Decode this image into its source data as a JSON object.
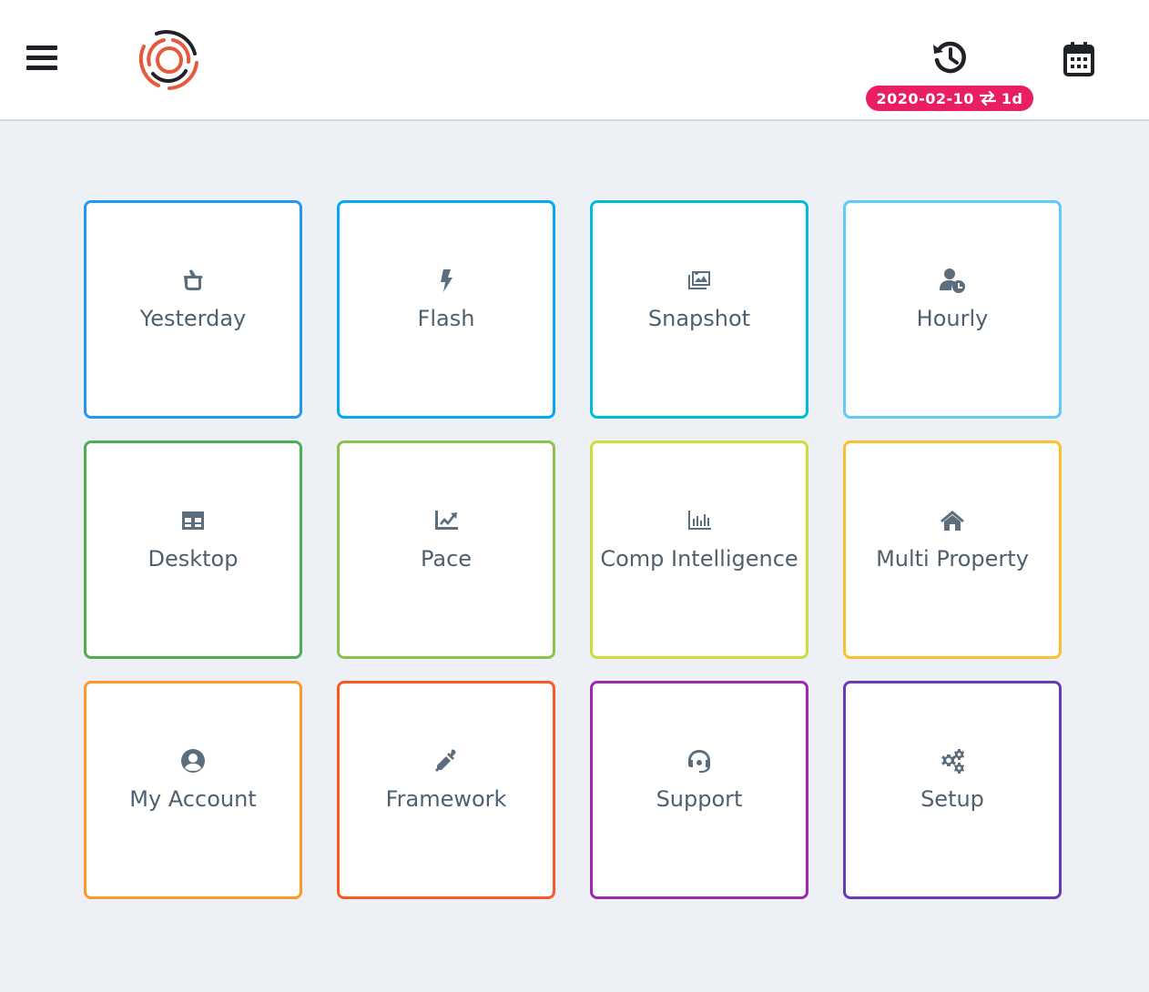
{
  "header": {
    "menu_icon": "hamburger-menu-icon",
    "logo_icon": "orbit-ring-logo",
    "history_icon": "history-icon",
    "calendar_icon": "calendar-icon",
    "date_badge": {
      "date": "2020-02-10",
      "swap_icon": "swap-arrows-icon",
      "range": "1d",
      "color": "#e91e63"
    }
  },
  "colors": {
    "background": "#edf0f5",
    "icon": "#5c6e7e",
    "label": "#4f5f6e"
  },
  "tiles": [
    {
      "label": "Yesterday",
      "icon": "pointing-hand-icon",
      "color": "#2196f3"
    },
    {
      "label": "Flash",
      "icon": "bolt-icon",
      "color": "#03a9f4"
    },
    {
      "label": "Snapshot",
      "icon": "images-icon",
      "color": "#00bcd4"
    },
    {
      "label": "Hourly",
      "icon": "user-clock-icon",
      "color": "#5fcaf6"
    },
    {
      "label": "Desktop",
      "icon": "table-icon",
      "color": "#4caf50"
    },
    {
      "label": "Pace",
      "icon": "line-chart-icon",
      "color": "#8bc34a"
    },
    {
      "label": "Comp Intelligence",
      "icon": "bar-chart-icon",
      "color": "#cddc39"
    },
    {
      "label": "Multi Property",
      "icon": "home-icon",
      "color": "#fbc02d"
    },
    {
      "label": "My Account",
      "icon": "user-circle-icon",
      "color": "#ff9826"
    },
    {
      "label": "Framework",
      "icon": "eyedropper-icon",
      "color": "#ff5722"
    },
    {
      "label": "Support",
      "icon": "headset-icon",
      "color": "#9c27b0"
    },
    {
      "label": "Setup",
      "icon": "cogs-icon",
      "color": "#673ab7"
    }
  ]
}
